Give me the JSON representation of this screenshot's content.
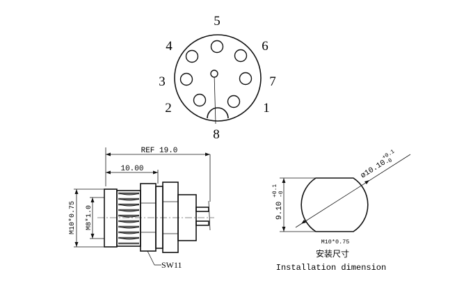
{
  "pinout": {
    "labels": [
      "1",
      "2",
      "3",
      "4",
      "5",
      "6",
      "7",
      "8"
    ]
  },
  "side_view": {
    "ref_dim": "REF 19.0",
    "thread_len": "10.00",
    "outer_thread": "M10*0.75",
    "inner_thread": "M8*1.0",
    "wrench": "SW11"
  },
  "cutout": {
    "diameter": "ø10.10",
    "diameter_tol_upper": "+0.1",
    "diameter_tol_lower": "-0",
    "flat": "9.10",
    "flat_tol_upper": "+0.1",
    "flat_tol_lower": "-0",
    "thread": "M10*0.75",
    "title_cn": "安装尺寸",
    "title_en": "Installation dimension"
  }
}
